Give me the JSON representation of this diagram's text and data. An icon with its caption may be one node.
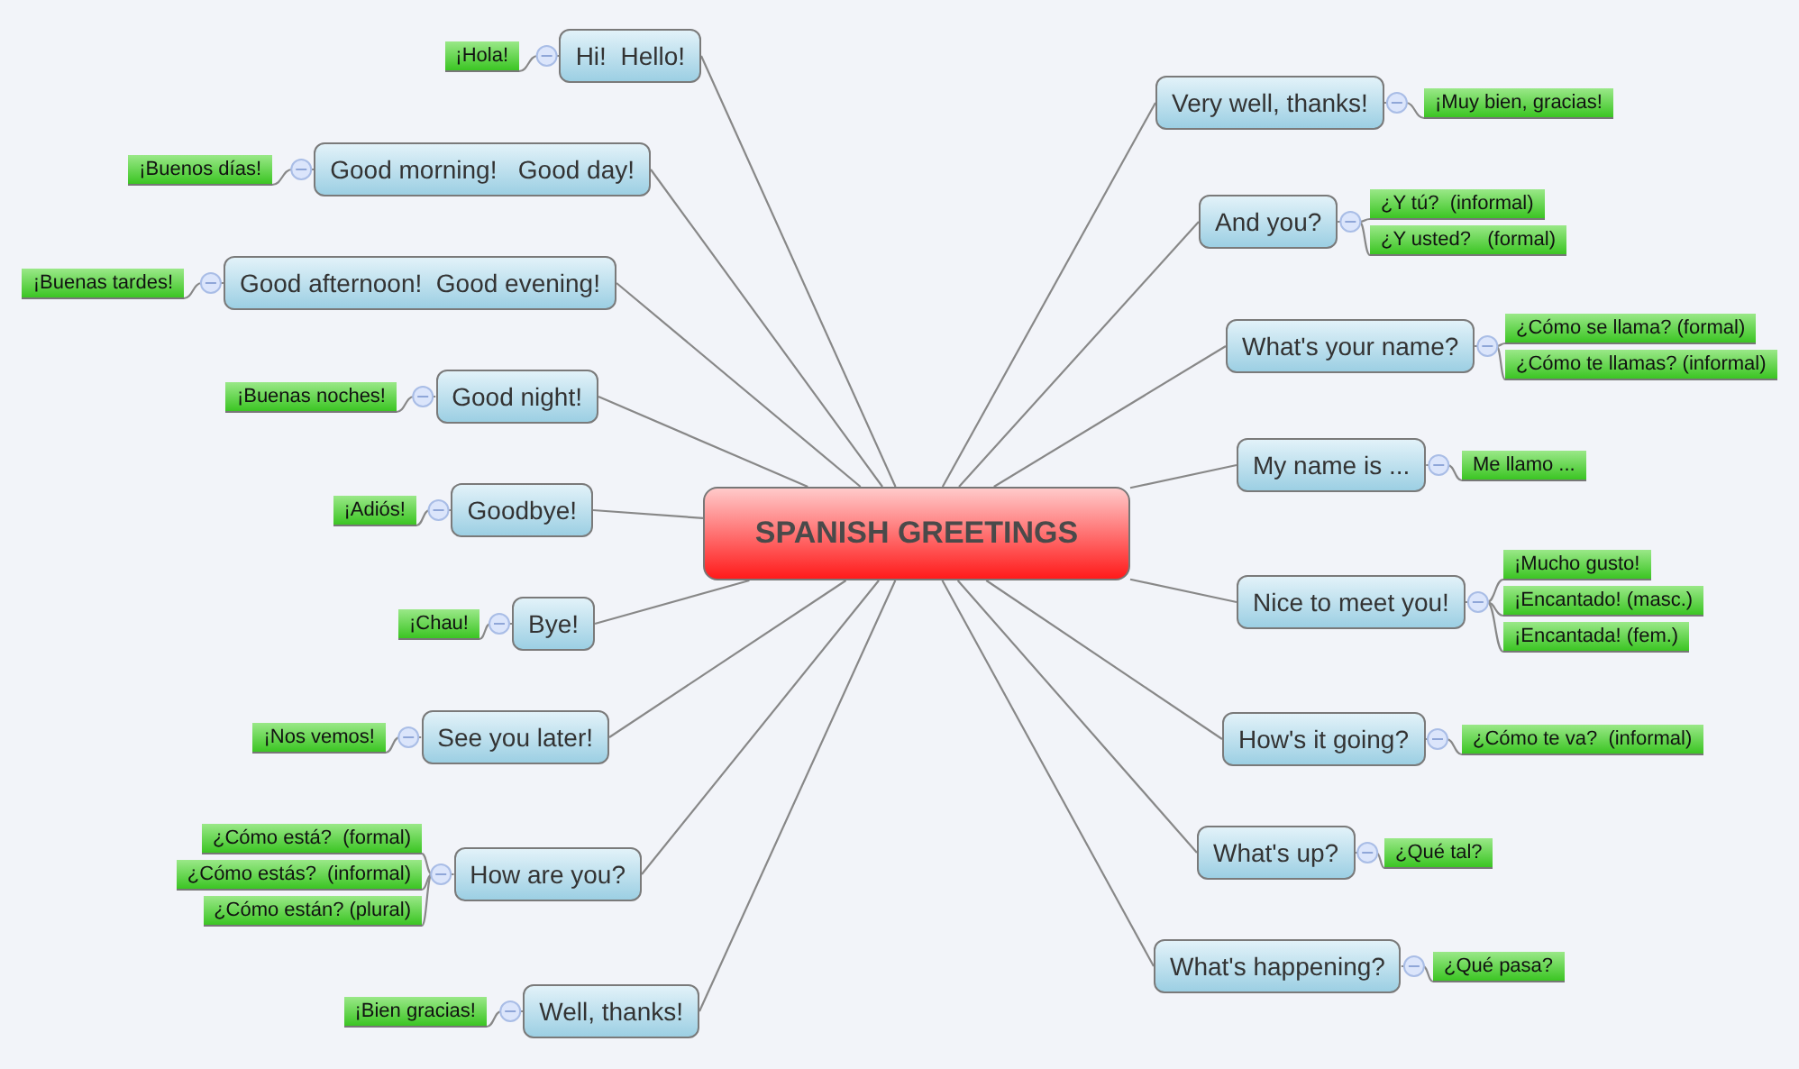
{
  "diagram": {
    "nodes": [
      {
        "text": [
          "SPANISH GREETINGS"
        ]
      },
      {
        "text": [
          "Hi!  Hello!"
        ]
      },
      {
        "text": [
          "¡Hola!"
        ]
      },
      {
        "text": [
          "Good morning!   Good day!"
        ]
      },
      {
        "text": [
          "¡Buenos días!"
        ]
      },
      {
        "text": [
          "Good afternoon!  Good evening!"
        ]
      },
      {
        "text": [
          "¡Buenas tardes!"
        ]
      },
      {
        "text": [
          "Good night!"
        ]
      },
      {
        "text": [
          "¡Buenas noches!"
        ]
      },
      {
        "text": [
          "Goodbye!"
        ]
      },
      {
        "text": [
          "¡Adiós!"
        ]
      },
      {
        "text": [
          "Bye!"
        ]
      },
      {
        "text": [
          "¡Chau!"
        ]
      },
      {
        "text": [
          "See you later!"
        ]
      },
      {
        "text": [
          "¡Nos vemos!"
        ]
      },
      {
        "text": [
          "How are you?"
        ]
      },
      {
        "text": [
          "¿Cómo está?  (formal)"
        ]
      },
      {
        "text": [
          "¿Cómo estás?  (informal)"
        ]
      },
      {
        "text": [
          "¿Cómo están? (plural)"
        ]
      },
      {
        "text": [
          "Well, thanks!"
        ]
      },
      {
        "text": [
          "¡Bien gracias!"
        ]
      },
      {
        "text": [
          "Very well, thanks!"
        ]
      },
      {
        "text": [
          "¡Muy bien, gracias!"
        ]
      },
      {
        "text": [
          "And you?"
        ]
      },
      {
        "text": [
          "¿Y tú?  (informal)"
        ]
      },
      {
        "text": [
          "¿Y usted?   (formal)"
        ]
      },
      {
        "text": [
          "What's your name?"
        ]
      },
      {
        "text": [
          "¿Cómo se llama? (formal)"
        ]
      },
      {
        "text": [
          "¿Cómo te llamas? (informal)"
        ]
      },
      {
        "text": [
          "My name is ..."
        ]
      },
      {
        "text": [
          "Me llamo ..."
        ]
      },
      {
        "text": [
          "Nice to meet you!"
        ]
      },
      {
        "text": [
          "¡Mucho gusto!"
        ]
      },
      {
        "text": [
          "¡Encantado! (masc.)"
        ]
      },
      {
        "text": [
          "¡Encantada! (fem.)"
        ]
      },
      {
        "text": [
          "How's it going?"
        ]
      },
      {
        "text": [
          "¿Cómo te va?  (informal)"
        ]
      },
      {
        "text": [
          "What's up?"
        ]
      },
      {
        "text": [
          "¿Qué tal?"
        ]
      },
      {
        "text": [
          "What's happening?"
        ]
      },
      {
        "text": [
          "¿Qué pasa?"
        ]
      }
    ],
    "edges": [
      {
        "from": 0,
        "to": 1,
        "arrow": "none"
      },
      {
        "from": 1,
        "to": 2,
        "arrow": "none"
      },
      {
        "from": 0,
        "to": 3,
        "arrow": "none"
      },
      {
        "from": 3,
        "to": 4,
        "arrow": "none"
      },
      {
        "from": 0,
        "to": 5,
        "arrow": "none"
      },
      {
        "from": 5,
        "to": 6,
        "arrow": "none"
      },
      {
        "from": 0,
        "to": 7,
        "arrow": "none"
      },
      {
        "from": 7,
        "to": 8,
        "arrow": "none"
      },
      {
        "from": 0,
        "to": 9,
        "arrow": "none"
      },
      {
        "from": 9,
        "to": 10,
        "arrow": "none"
      },
      {
        "from": 0,
        "to": 11,
        "arrow": "none"
      },
      {
        "from": 11,
        "to": 12,
        "arrow": "none"
      },
      {
        "from": 0,
        "to": 13,
        "arrow": "none"
      },
      {
        "from": 13,
        "to": 14,
        "arrow": "none"
      },
      {
        "from": 0,
        "to": 15,
        "arrow": "none"
      },
      {
        "from": 15,
        "to": 16,
        "arrow": "none"
      },
      {
        "from": 15,
        "to": 17,
        "arrow": "none"
      },
      {
        "from": 15,
        "to": 18,
        "arrow": "none"
      },
      {
        "from": 0,
        "to": 19,
        "arrow": "none"
      },
      {
        "from": 19,
        "to": 20,
        "arrow": "none"
      },
      {
        "from": 0,
        "to": 21,
        "arrow": "none"
      },
      {
        "from": 21,
        "to": 22,
        "arrow": "none"
      },
      {
        "from": 0,
        "to": 23,
        "arrow": "none"
      },
      {
        "from": 23,
        "to": 24,
        "arrow": "none"
      },
      {
        "from": 23,
        "to": 25,
        "arrow": "none"
      },
      {
        "from": 0,
        "to": 26,
        "arrow": "none"
      },
      {
        "from": 26,
        "to": 27,
        "arrow": "none"
      },
      {
        "from": 26,
        "to": 28,
        "arrow": "none"
      },
      {
        "from": 0,
        "to": 29,
        "arrow": "none"
      },
      {
        "from": 29,
        "to": 30,
        "arrow": "none"
      },
      {
        "from": 0,
        "to": 31,
        "arrow": "none"
      },
      {
        "from": 31,
        "to": 32,
        "arrow": "none"
      },
      {
        "from": 31,
        "to": 33,
        "arrow": "none"
      },
      {
        "from": 31,
        "to": 34,
        "arrow": "none"
      },
      {
        "from": 0,
        "to": 35,
        "arrow": "none"
      },
      {
        "from": 35,
        "to": 36,
        "arrow": "none"
      },
      {
        "from": 0,
        "to": 37,
        "arrow": "none"
      },
      {
        "from": 37,
        "to": 38,
        "arrow": "none"
      },
      {
        "from": 0,
        "to": 39,
        "arrow": "none"
      },
      {
        "from": 39,
        "to": 40,
        "arrow": "none"
      }
    ]
  }
}
